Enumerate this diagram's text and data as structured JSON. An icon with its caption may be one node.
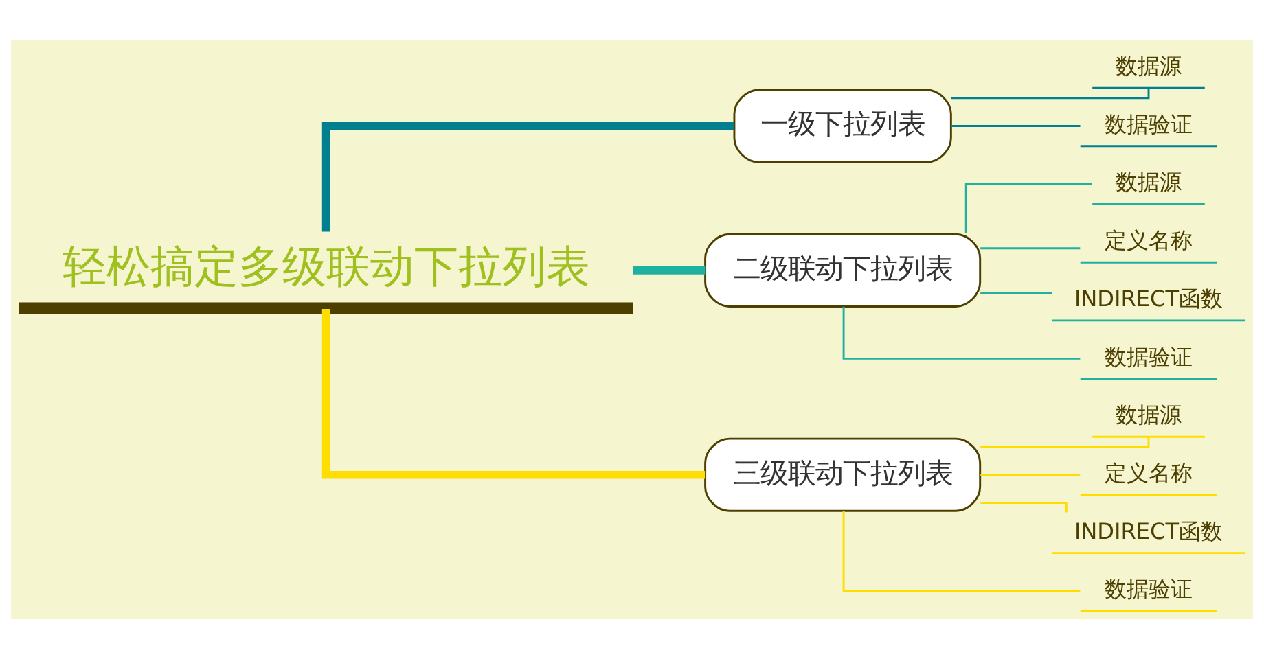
{
  "diagram": {
    "nodes": [
      {
        "text": [
          "轻松搞定多级联动下拉列表"
        ]
      },
      {
        "text": [
          "一级下拉列表"
        ]
      },
      {
        "text": [
          "数据源"
        ]
      },
      {
        "text": [
          "数据验证"
        ]
      },
      {
        "text": [
          "二级联动下拉列表"
        ]
      },
      {
        "text": [
          "数据源"
        ]
      },
      {
        "text": [
          "定义名称"
        ]
      },
      {
        "text": [
          "INDIRECT函数"
        ]
      },
      {
        "text": [
          "数据验证"
        ]
      },
      {
        "text": [
          "三级联动下拉列表"
        ]
      },
      {
        "text": [
          "数据源"
        ]
      },
      {
        "text": [
          "定义名称"
        ]
      },
      {
        "text": [
          "INDIRECT函数"
        ]
      },
      {
        "text": [
          "数据验证"
        ]
      }
    ],
    "edges": [
      {
        "from": 0,
        "to": 1,
        "arrow": "none",
        "style": "thick",
        "color": "#00808f"
      },
      {
        "from": 0,
        "to": 4,
        "arrow": "none",
        "style": "thick",
        "color": "#20b0a0"
      },
      {
        "from": 0,
        "to": 9,
        "arrow": "none",
        "style": "thick",
        "color": "#ffdd00"
      },
      {
        "from": 1,
        "to": 2,
        "arrow": "none",
        "color": "#00808f"
      },
      {
        "from": 1,
        "to": 3,
        "arrow": "none",
        "color": "#00808f"
      },
      {
        "from": 4,
        "to": 5,
        "arrow": "none",
        "color": "#20b0a0"
      },
      {
        "from": 4,
        "to": 6,
        "arrow": "none",
        "color": "#20b0a0"
      },
      {
        "from": 4,
        "to": 7,
        "arrow": "none",
        "color": "#20b0a0"
      },
      {
        "from": 4,
        "to": 8,
        "arrow": "none",
        "color": "#20b0a0"
      },
      {
        "from": 9,
        "to": 10,
        "arrow": "none",
        "color": "#ffdd00"
      },
      {
        "from": 9,
        "to": 11,
        "arrow": "none",
        "color": "#ffdd00"
      },
      {
        "from": 9,
        "to": 12,
        "arrow": "none",
        "color": "#ffdd00"
      },
      {
        "from": 9,
        "to": 13,
        "arrow": "none",
        "color": "#ffdd00"
      }
    ]
  }
}
